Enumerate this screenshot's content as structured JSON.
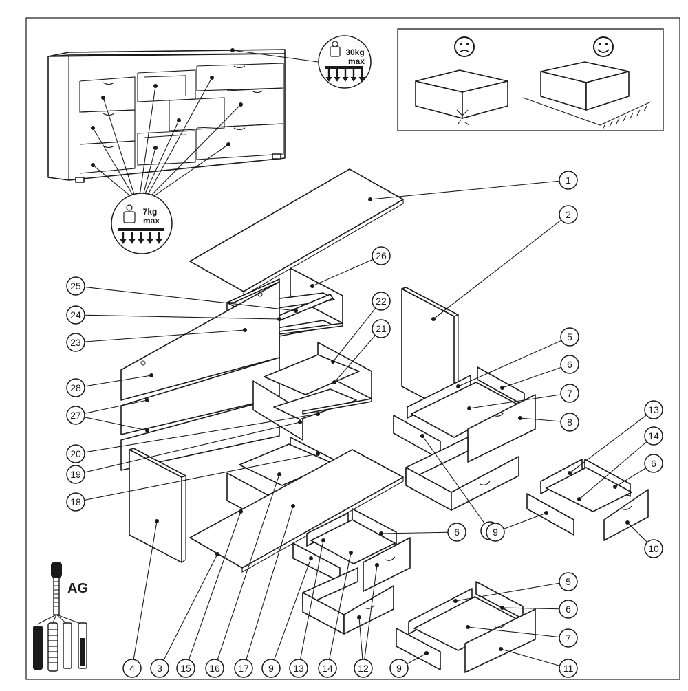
{
  "weight_limits": {
    "top": {
      "value": "30kg",
      "unit_label": "max"
    },
    "drawers": {
      "value": "7kg",
      "unit_label": "max"
    }
  },
  "hardware": {
    "label": "AG"
  },
  "placement_tip": {
    "bad_icon": "frown-face-icon",
    "good_icon": "smile-face-icon"
  },
  "callouts": {
    "top_panel": "1",
    "right_side": "2",
    "bottom_shelf": "3",
    "left_side": "4",
    "drawer_back_a": "5",
    "drawer_side_a": "6",
    "drawer_bottom_a": "7",
    "drawer_front_a": "8",
    "drawer_side_b": "9",
    "drawer_front_b": "10",
    "drawer_front_c": "11",
    "drawer_front_d": "12",
    "drawer_back_b": "13",
    "drawer_bottom_b": "14",
    "divider_lower": "15",
    "shelf_lower": "16",
    "shelf_lower_b": "17",
    "divider_mid": "18",
    "shelf_mid": "19",
    "back_strip": "20",
    "divider_upper": "21",
    "shelf_upper": "22",
    "divider_top": "23",
    "shelf_top": "24",
    "rail": "25",
    "divider_top_b": "26",
    "back_panel_b": "27",
    "back_panel_a": "28"
  }
}
